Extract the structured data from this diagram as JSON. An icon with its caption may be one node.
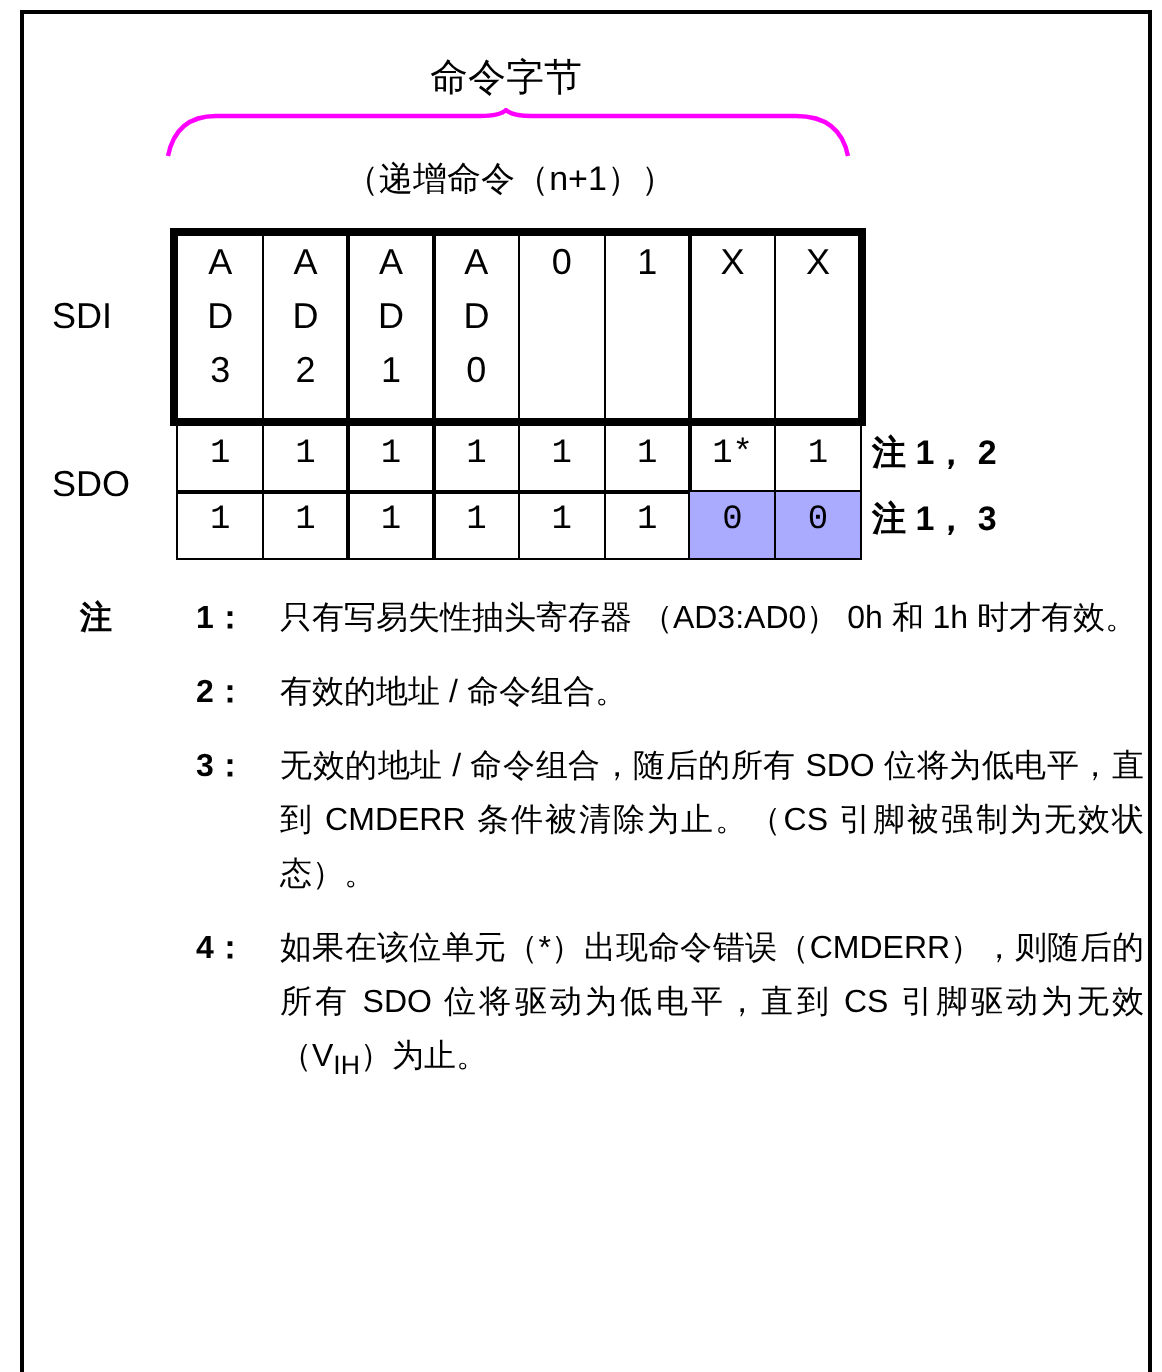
{
  "diagram": {
    "labels": [
      "命令字节",
      "（递增命令（n+1））",
      "SDI",
      "AD3",
      "AD2",
      "AD1",
      "AD0",
      "0",
      "1",
      "X",
      "X",
      "SDO",
      "1",
      "1",
      "1",
      "1",
      "1",
      "1",
      "1*",
      "1",
      "注 1， 2",
      "1",
      "1",
      "1",
      "1",
      "1",
      "1",
      "0",
      "0",
      "注 1， 3",
      "注",
      "1：",
      "只有写易失性抽头寄存器 （AD3:AD0） 0h 和 1h 时才有效。",
      "2：",
      "有效的地址 / 命令组合。",
      "3：",
      "无效的地址 / 命令组合，随后的所有 SDO 位将为低电平，直到 CMDERR 条件被清除为止。（CS 引脚被强制为无效状态）。",
      "4：",
      "如果在该位单元（*）出现命令错误（CMDERR），则随后的所有 SDO 位将驱动为低电平，直到 CS 引脚驱动为无效（V$_{IH}$）为止。"
    ]
  }
}
